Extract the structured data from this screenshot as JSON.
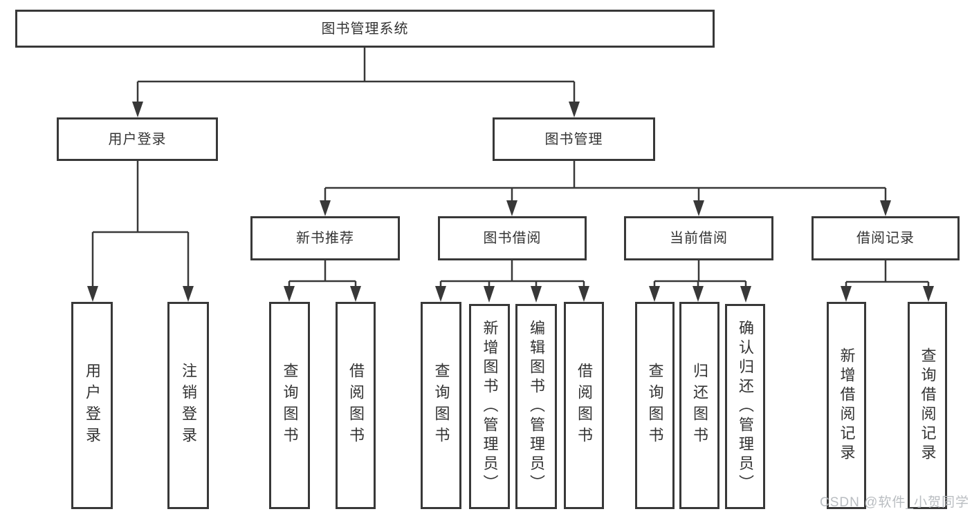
{
  "tree": {
    "root": {
      "label": "图书管理系统",
      "children": [
        {
          "label": "用户登录",
          "children": [
            {
              "label": "用户登录"
            },
            {
              "label": "注销登录"
            }
          ]
        },
        {
          "label": "图书管理",
          "children": [
            {
              "label": "新书推荐",
              "children": [
                {
                  "label": "查询图书"
                },
                {
                  "label": "借阅图书"
                }
              ]
            },
            {
              "label": "图书借阅",
              "children": [
                {
                  "label": "查询图书"
                },
                {
                  "label": "新增图书（管理员）"
                },
                {
                  "label": "编辑图书（管理员）"
                },
                {
                  "label": "借阅图书"
                }
              ]
            },
            {
              "label": "当前借阅",
              "children": [
                {
                  "label": "查询图书"
                },
                {
                  "label": "归还图书"
                },
                {
                  "label": "确认归还（管理员）"
                }
              ]
            },
            {
              "label": "借阅记录",
              "children": [
                {
                  "label": "新增借阅记录"
                },
                {
                  "label": "查询借阅记录"
                }
              ]
            }
          ]
        }
      ]
    }
  },
  "watermark": {
    "text": "CSDN @软件_小贺同学"
  },
  "colors": {
    "line": "#383838",
    "text": "#333333",
    "background": "#ffffff",
    "watermark": "#b4b8bc"
  }
}
